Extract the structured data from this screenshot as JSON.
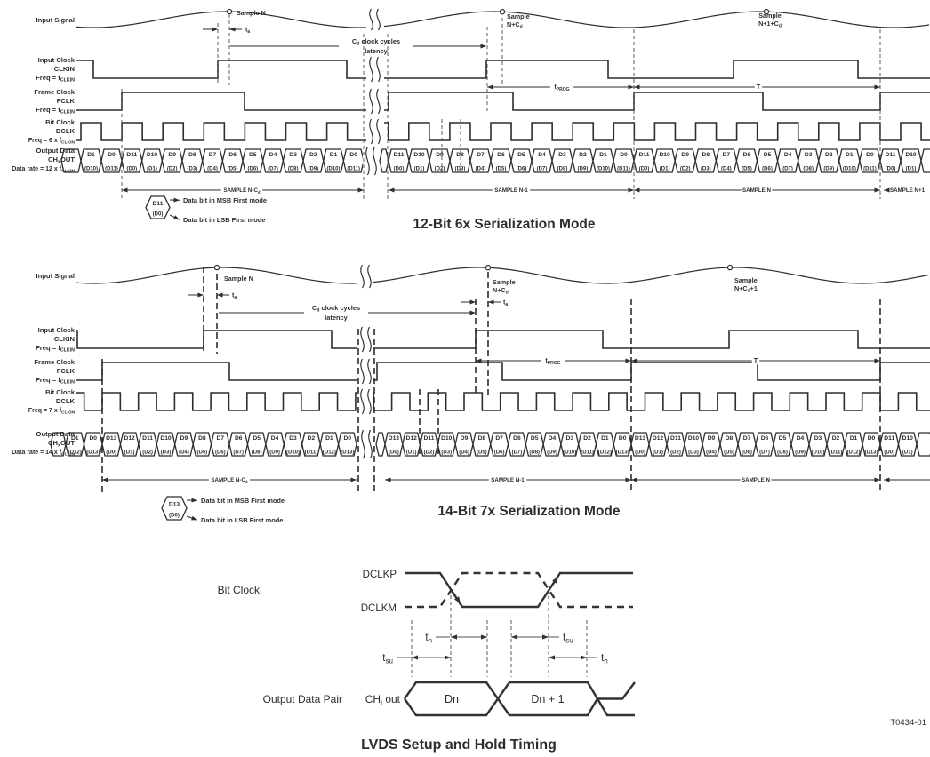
{
  "figure": {
    "doc_code": "T0434-01",
    "colors": {
      "ink": "#2d2d2d",
      "wave": "#333333",
      "dim": "#4c4c4c",
      "gray": "#77787b",
      "bg": "#ffffff"
    }
  },
  "legend": {
    "msb": "Data bit in MSB First mode",
    "lsb": "Data bit in LSB First mode"
  },
  "diagrams": [
    {
      "title": "12-Bit 6x Serialization Mode",
      "labels": {
        "input_signal": [
          "Input Signal"
        ],
        "input_clock": [
          "Input Clock",
          "CLKIN",
          "Freq = f~CLKIN~"
        ],
        "frame_clock": [
          "Frame Clock",
          "FCLK",
          "Freq = f~CLKIN~"
        ],
        "bit_clock": [
          "Bit Clock",
          "DCLK",
          "Freq = 6 x f~CLKIN~"
        ],
        "output_data": [
          "Output Data",
          "CH~x~OUT",
          "Data rate = 12 x f~CLKIN~"
        ]
      },
      "samples": [
        [
          "Sample N"
        ],
        [
          "Sample",
          "N+C~d~"
        ],
        [
          "Sample",
          "N+1+C~d~"
        ]
      ],
      "aperture_label": "t~a~",
      "latency_label": [
        "C~d~ clock cycles",
        "latency"
      ],
      "tprog_label": "t~PROG~",
      "period_label": "T",
      "legend_cell": [
        "D11",
        "(D0)"
      ],
      "spans": [
        "SAMPLE N-C~d~",
        "SAMPLE N-1",
        "SAMPLE N",
        "SAMPLE N+1"
      ],
      "cells_prev": [
        [
          "D1",
          "(D10)"
        ],
        [
          "D0",
          "(D11)"
        ]
      ],
      "cells_frame": [
        [
          "D11",
          "(D0)"
        ],
        [
          "D10",
          "(D1)"
        ],
        [
          "D9",
          "(D2)"
        ],
        [
          "D8",
          "(D3)"
        ],
        [
          "D7",
          "(D4)"
        ],
        [
          "D6",
          "(D5)"
        ],
        [
          "D5",
          "(D6)"
        ],
        [
          "D4",
          "(D7)"
        ],
        [
          "D3",
          "(D8)"
        ],
        [
          "D2",
          "(D9)"
        ],
        [
          "D1",
          "(D10)"
        ],
        [
          "D0",
          "(D11)"
        ]
      ],
      "cells_next": [
        [
          "D11",
          "(D0)"
        ],
        [
          "D10",
          "(D1)"
        ]
      ]
    },
    {
      "title": "14-Bit 7x Serialization Mode",
      "labels": {
        "input_signal": [
          "Input Signal"
        ],
        "input_clock": [
          "Input Clock",
          "CLKIN",
          "Freq = f~CLKIN~"
        ],
        "frame_clock": [
          "Frame Clock",
          "FCLK",
          "Freq = f~CLKIN~"
        ],
        "bit_clock": [
          "Bit Clock",
          "DCLK",
          "Freq = 7 x f~CLKIN~"
        ],
        "output_data": [
          "Output Data",
          "CH~x~OUT",
          "Data rate = 14 x f~CLKIN~"
        ]
      },
      "samples": [
        [
          "Sample N"
        ],
        [
          "Sample",
          "N+C~d~"
        ],
        [
          "Sample",
          "N+C~d~+1"
        ]
      ],
      "aperture_label": "t~a~",
      "latency_label": [
        "C~d~ clock cycles",
        "latency"
      ],
      "tprog_label": "t~PROG~",
      "period_label": "T",
      "legend_cell": [
        "D13",
        "(D0)"
      ],
      "spans": [
        "SAMPLE N-C~d~",
        "SAMPLE N-1",
        "SAMPLE N",
        ""
      ],
      "cells_prev": [
        [
          "D1",
          "(D12)"
        ],
        [
          "D0",
          "(D13)"
        ]
      ],
      "cells_frame": [
        [
          "D13",
          "(D0)"
        ],
        [
          "D12",
          "(D1)"
        ],
        [
          "D11",
          "(D2)"
        ],
        [
          "D10",
          "(D3)"
        ],
        [
          "D9",
          "(D4)"
        ],
        [
          "D8",
          "(D5)"
        ],
        [
          "D7",
          "(D6)"
        ],
        [
          "D6",
          "(D7)"
        ],
        [
          "D5",
          "(D8)"
        ],
        [
          "D4",
          "(D9)"
        ],
        [
          "D3",
          "(D10)"
        ],
        [
          "D2",
          "(D11)"
        ],
        [
          "D1",
          "(D12)"
        ],
        [
          "D0",
          "(D13)"
        ]
      ],
      "cells_next": [
        [
          "D11",
          "(D0)"
        ],
        [
          "D10",
          "(D1)"
        ]
      ]
    }
  ],
  "lvds": {
    "title": "LVDS Setup and Hold Timing",
    "bit_clock_label": "Bit Clock",
    "dclkp_label": "DCLKP",
    "dclkm_label": "DCLKM",
    "output_pair_label": "Output Data Pair",
    "channel_label": "CH~i~ out",
    "setup_label": "t~su~",
    "hold_label": "t~h~",
    "cells": [
      "Dn",
      "Dn + 1"
    ]
  }
}
